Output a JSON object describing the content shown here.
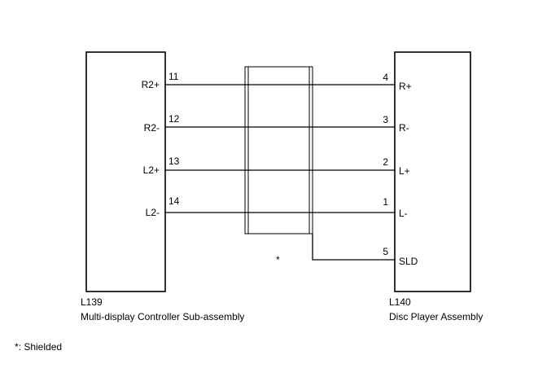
{
  "left_component": {
    "code": "L139",
    "name": "Multi-display Controller Sub-assembly"
  },
  "right_component": {
    "code": "L140",
    "name": "Disc Player Assembly"
  },
  "connections": [
    {
      "left_pin": "11",
      "left_label": "R2+",
      "right_pin": "4",
      "right_label": "R+"
    },
    {
      "left_pin": "12",
      "left_label": "R2-",
      "right_pin": "3",
      "right_label": "R-"
    },
    {
      "left_pin": "13",
      "left_label": "L2+",
      "right_pin": "2",
      "right_label": "L+"
    },
    {
      "left_pin": "14",
      "left_label": "L2-",
      "right_pin": "1",
      "right_label": "L-"
    }
  ],
  "shield_connection": {
    "right_pin": "5",
    "right_label": "SLD",
    "marker": "*"
  },
  "footnote": "*: Shielded"
}
